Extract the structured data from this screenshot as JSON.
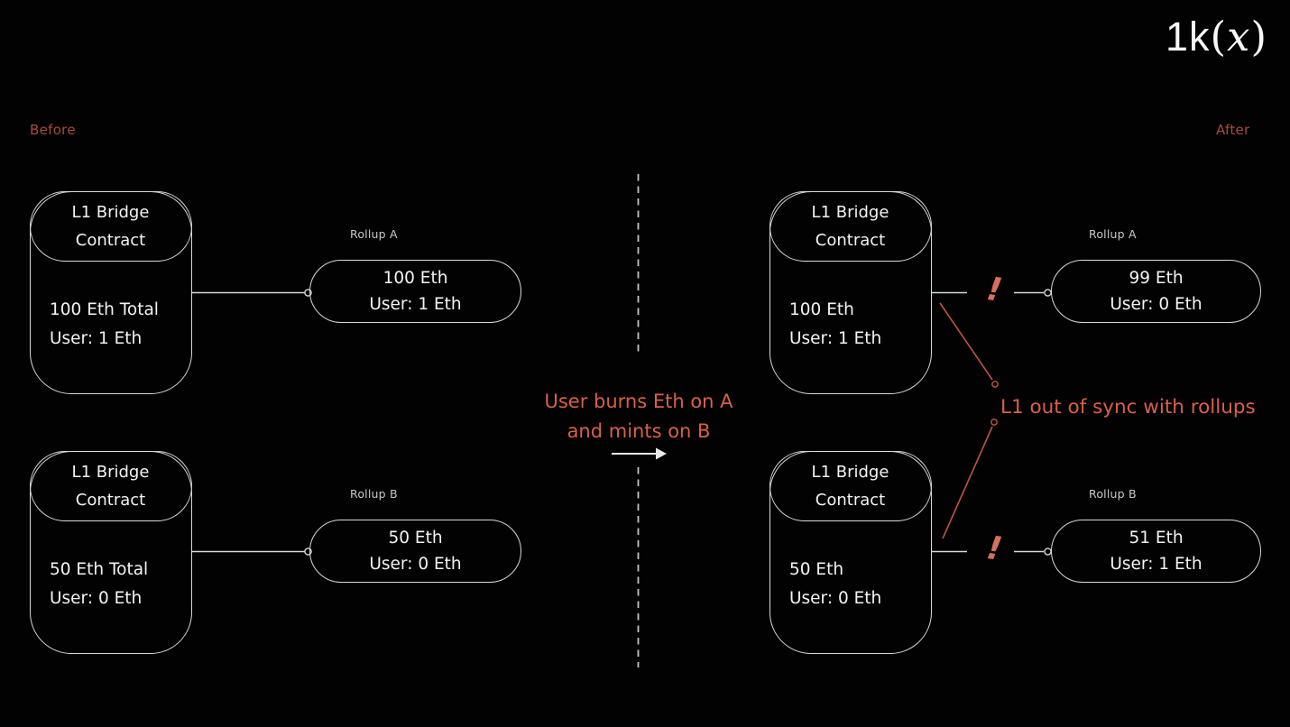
{
  "colors": {
    "background": "#020202",
    "box_border": "#d9d9d9",
    "text_primary": "#f3f3f3",
    "label_muted": "#c9c9c9",
    "accent_orange": "#d96047",
    "accent_orange_dim": "#a84b3a",
    "annotation_line": "#bf5440",
    "alert_orange": "#d5705c"
  },
  "logo": {
    "pre": "1k",
    "open_paren": "(",
    "variable": "x",
    "close_paren": ")"
  },
  "before": {
    "label": "Before",
    "bridge_a": {
      "header": "L1 Bridge Contract",
      "total": "100 Eth Total",
      "user": "User: 1 Eth"
    },
    "rollup_a": {
      "label": "Rollup A",
      "amount": "100 Eth",
      "user": "User: 1 Eth"
    },
    "bridge_b": {
      "header": "L1 Bridge Contract",
      "total": "50 Eth Total",
      "user": "User: 0 Eth"
    },
    "rollup_b": {
      "label": "Rollup B",
      "amount": "50 Eth",
      "user": "User: 0 Eth"
    }
  },
  "transition": {
    "line1": "User burns Eth on A",
    "line2": "and mints on B"
  },
  "after": {
    "label": "After",
    "bridge_a": {
      "header": "L1 Bridge Contract",
      "total": "100 Eth",
      "user": "User: 1 Eth"
    },
    "rollup_a": {
      "label": "Rollup A",
      "amount": "99 Eth",
      "user": "User: 0 Eth"
    },
    "bridge_b": {
      "header": "L1 Bridge Contract",
      "total": "50 Eth",
      "user": "User: 0 Eth"
    },
    "rollup_b": {
      "label": "Rollup B",
      "amount": "51 Eth",
      "user": "User: 1 Eth"
    },
    "alert": "!",
    "annotation": "L1 out of sync with rollups"
  }
}
